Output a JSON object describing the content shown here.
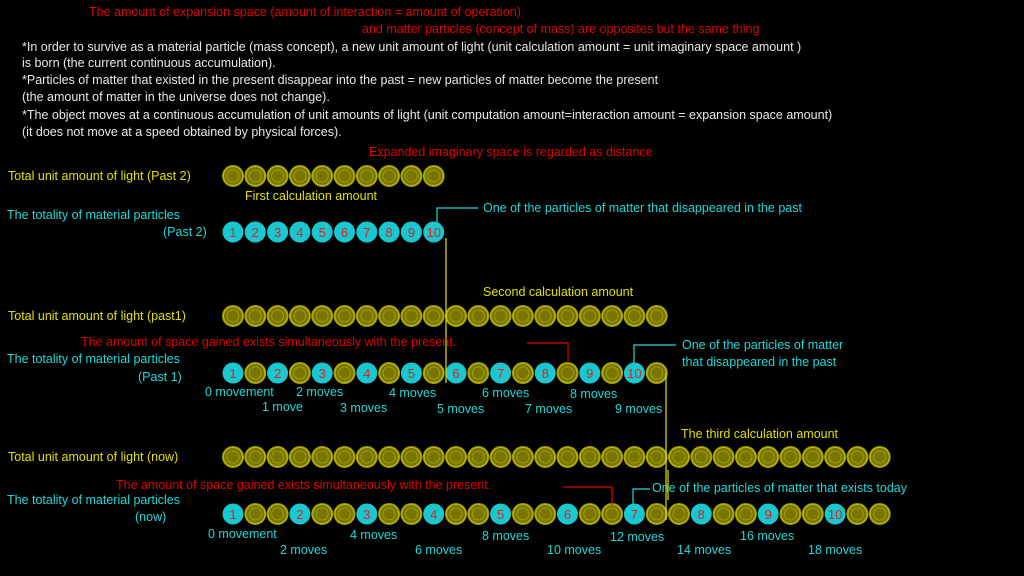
{
  "header": {
    "title_line1": "The amount of expansion space (amount of interaction = amount of operation)",
    "title_line2": "and matter particles (concept of mass) are opposites but the same thing",
    "notes": [
      "*In order to survive as a material particle (mass concept), a new unit amount of light (unit calculation amount = unit imaginary space amount )",
      " is born (the current continuous accumulation).",
      "*Particles of matter that existed in the present disappear into the past = new particles of matter become the present",
      "(the amount of matter in the universe does not change).",
      "*The object moves at a continuous accumulation of unit amounts of light (unit computation amount=interaction amount = expansion space amount)",
      "(it does not move at a speed obtained by physical forces)."
    ],
    "subtitle": "Expanded imaginary space is regarded as distance"
  },
  "past2": {
    "light_label": "Total unit amount of light (Past 2)",
    "calc_label": "First calculation amount",
    "matter_label_1": "The totality of material particles",
    "matter_label_2": "(Past 2)",
    "callout": "One of the particles of matter that disappeared in the past",
    "particles": [
      "1",
      "2",
      "3",
      "4",
      "5",
      "6",
      "7",
      "8",
      "9",
      "10"
    ]
  },
  "past1": {
    "light_label": "Total unit amount of light (past1)",
    "calc_label": "Second calculation amount",
    "space_note": "The amount of space gained exists simultaneously with the present.",
    "matter_label_1": "The totality of material particles",
    "matter_label_2": "(Past 1)",
    "callout_1": "One of the particles of matter",
    "callout_2": "that disappeared in the past",
    "moves": [
      "0 movement",
      "1 move",
      "2 moves",
      "3 moves",
      "4 moves",
      "5 moves",
      "6 moves",
      "7 moves",
      "8 moves",
      "9 moves"
    ]
  },
  "now": {
    "light_label": "Total unit amount of light (now)",
    "calc_label": "The third calculation amount",
    "space_note": "The amount of space gained exists simultaneously with the present.",
    "matter_label_1": "The totality of material particles",
    "matter_label_2": "(now)",
    "callout": "One of the particles of matter that exists today",
    "moves": [
      "0 movement",
      "2 moves",
      "4 moves",
      "6 moves",
      "8 moves",
      "10 moves",
      "12 moves",
      "14 moves",
      "16 moves",
      "18 moves"
    ]
  },
  "colors": {
    "light": "#7a7400",
    "light_edge": "#d8d800",
    "matter": "#18c8d0",
    "number": "#e02020",
    "text_red": "#e00000",
    "text_cyan": "#20d8d8",
    "text_yellow": "#e0e000"
  }
}
